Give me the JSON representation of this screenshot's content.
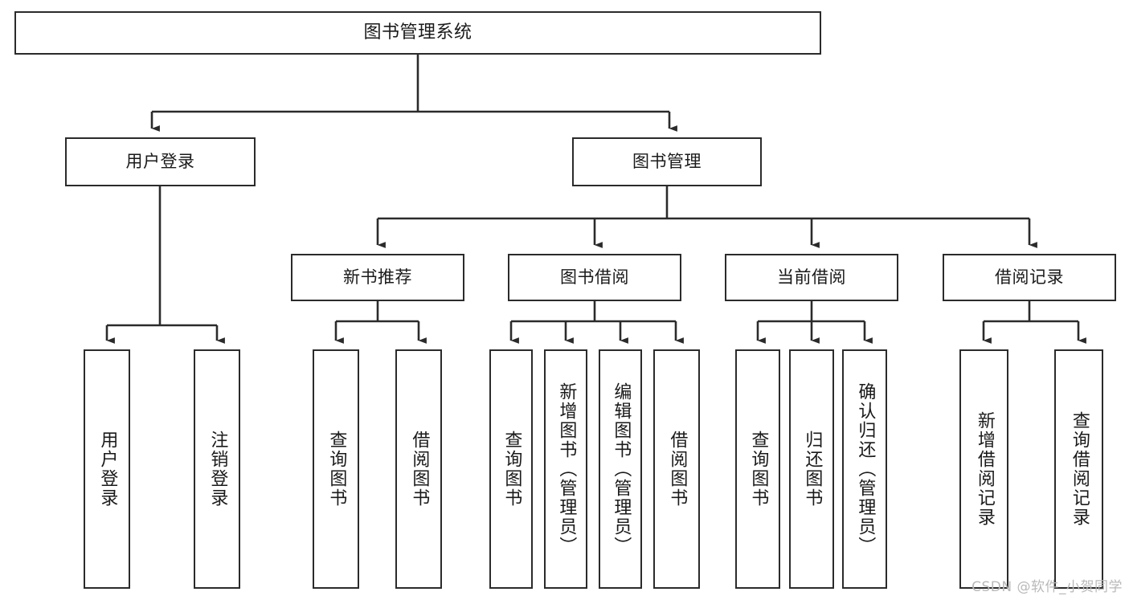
{
  "diagram": {
    "title": "图书管理系统",
    "type": "tree-hierarchy-chart",
    "stroke_color": "#2b2b2b",
    "fill_color": "#ffffff",
    "text_color": "#1a1a1a"
  },
  "nodes": {
    "root": {
      "label": "图书管理系统"
    },
    "level2": [
      {
        "label": "用户登录"
      },
      {
        "label": "图书管理"
      }
    ],
    "level3": [
      {
        "label": "新书推荐"
      },
      {
        "label": "图书借阅"
      },
      {
        "label": "当前借阅"
      },
      {
        "label": "借阅记录"
      }
    ],
    "leaves_user_login": [
      {
        "label": "用户登录"
      },
      {
        "label": "注销登录"
      }
    ],
    "leaves_new_book": [
      {
        "label": "查询图书"
      },
      {
        "label": "借阅图书"
      }
    ],
    "leaves_borrow": [
      {
        "label": "查询图书"
      },
      {
        "label": "新增图书（管理员）"
      },
      {
        "label": "编辑图书（管理员）"
      },
      {
        "label": "借阅图书"
      }
    ],
    "leaves_current": [
      {
        "label": "查询图书"
      },
      {
        "label": "归还图书"
      },
      {
        "label": "确认归还（管理员）"
      }
    ],
    "leaves_records": [
      {
        "label": "新增借阅记录"
      },
      {
        "label": "查询借阅记录"
      }
    ]
  },
  "watermark": {
    "text": "CSDN @软件_小贺同学"
  }
}
